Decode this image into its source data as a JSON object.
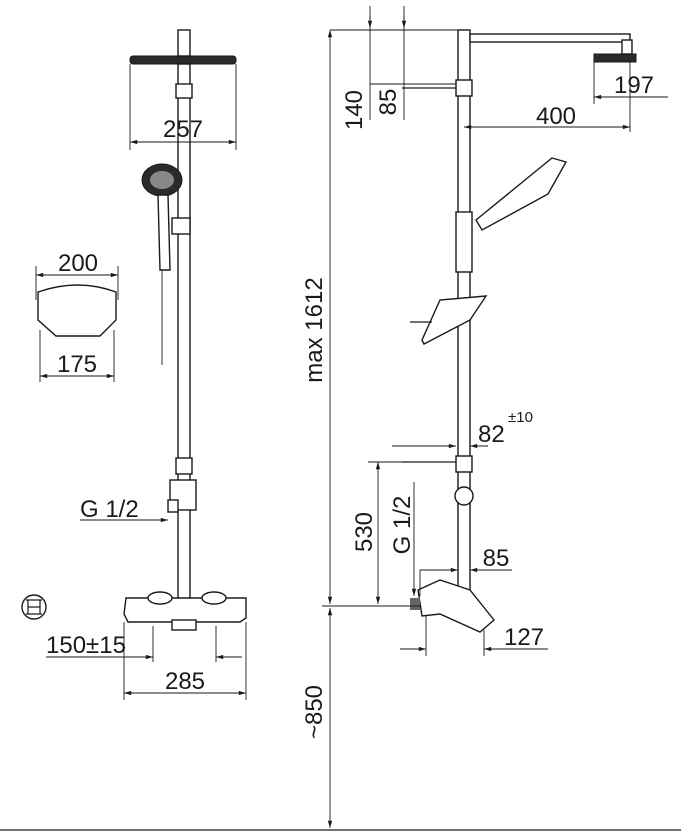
{
  "front_view": {
    "head_width": "257",
    "mount_width_top": "200",
    "mount_width_bottom": "175",
    "inlet_thread": "G 1/2",
    "inlet_spacing": "150±15",
    "mixer_width": "285"
  },
  "side_view": {
    "head_offset": "140",
    "bracket_offset": "85",
    "arm_length": "400",
    "head_size": "197",
    "max_height": "max 1612",
    "lower_bracket_depth": "82",
    "lower_bracket_tolerance": "±10",
    "bracket_height": "530",
    "inlet_thread": "G 1/2",
    "mixer_depth": "85",
    "spout_depth": "127",
    "floor_height": "~850"
  },
  "colors": {
    "line": "#1a1a1a",
    "background": "#ffffff"
  }
}
